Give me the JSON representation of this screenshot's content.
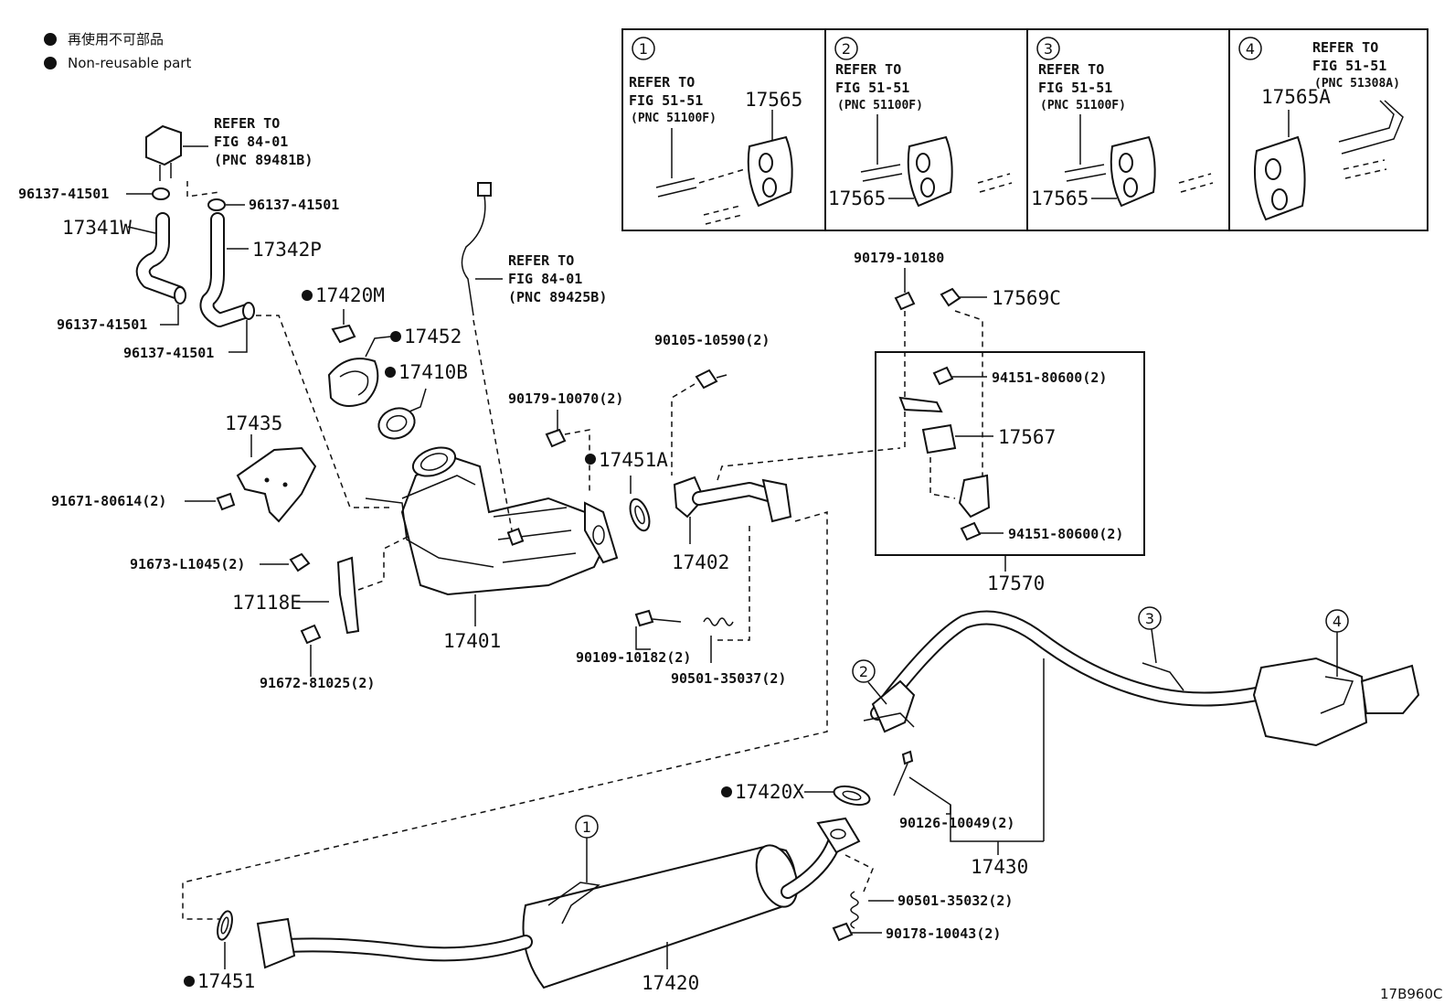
{
  "legend": {
    "jp": "再使用不可部品",
    "en": "Non-reusable part"
  },
  "diagram_code": "17B960C",
  "detail_boxes": [
    {
      "num": "1",
      "refer": [
        "REFER TO",
        "FIG 51-51",
        "(PNC 51100F)"
      ],
      "part": "17565"
    },
    {
      "num": "2",
      "refer": [
        "REFER TO",
        "FIG 51-51",
        "(PNC 51100F)"
      ],
      "part": "17565"
    },
    {
      "num": "3",
      "refer": [
        "REFER TO",
        "FIG 51-51",
        "(PNC 51100F)"
      ],
      "part": "17565"
    },
    {
      "num": "4",
      "refer": [
        "REFER TO",
        "FIG 51-51",
        "(PNC 51308A)"
      ],
      "part": "17565A"
    }
  ],
  "refer_sensor": [
    "REFER TO",
    "FIG 84-01",
    "(PNC 89481B)"
  ],
  "refer_o2": [
    "REFER TO",
    "FIG 84-01",
    "(PNC 89425B)"
  ],
  "parts": {
    "p96137a": "96137-41501",
    "p96137b": "96137-41501",
    "p96137c": "96137-41501",
    "p96137d": "96137-41501",
    "p17341w": "17341W",
    "p17342p": "17342P",
    "p17420m": "17420M",
    "p17452": "17452",
    "p17410b": "17410B",
    "p17435": "17435",
    "p91671": "91671-80614(2)",
    "p91673": "91673-L1045(2)",
    "p17118e": "17118E",
    "p91672": "91672-81025(2)",
    "p17401": "17401",
    "p90179a": "90179-10070(2)",
    "p17451a": "17451A",
    "p90105": "90105-10590(2)",
    "p17402": "17402",
    "p90109": "90109-10182(2)",
    "p90501a": "90501-35037(2)",
    "p90179b": "90179-10180",
    "p17569c": "17569C",
    "p94151a": "94151-80600(2)",
    "p17567": "17567",
    "p94151b": "94151-80600(2)",
    "p17570": "17570",
    "p17420x": "17420X",
    "p90126": "90126-10049(2)",
    "p17430": "17430",
    "p90501b": "90501-35032(2)",
    "p90178": "90178-10043(2)",
    "p17451": "17451",
    "p17420": "17420"
  },
  "callouts": [
    "1",
    "2",
    "3",
    "4"
  ]
}
